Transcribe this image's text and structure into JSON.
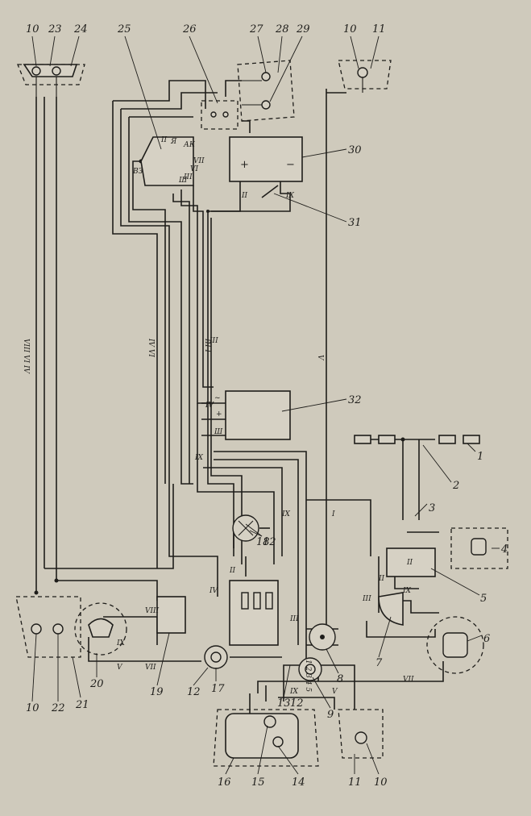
{
  "labels": {
    "l1": "1",
    "l2": "2",
    "l3": "3",
    "l4": "4",
    "l5": "5",
    "l6": "6",
    "l7": "7",
    "l8": "8",
    "l9": "9",
    "l10a": "10",
    "l10b": "10",
    "l10c": "10",
    "l10d": "10",
    "l11a": "11",
    "l11b": "11",
    "l12a": "12",
    "l12b": "12",
    "l12c": "12",
    "l13": "13",
    "l14": "14",
    "l15": "15",
    "l16": "16",
    "l17": "17",
    "l18": "18",
    "l19": "19",
    "l20": "20",
    "l21": "21",
    "l22": "22",
    "l23": "23",
    "l24": "24",
    "l25": "25",
    "l26": "26",
    "l27": "27",
    "l28": "28",
    "l29": "29",
    "l30": "30",
    "l31": "31",
    "l32": "32"
  },
  "wires": {
    "top_bundle": "VIII VI IV",
    "mid_bundle": "IV VI",
    "bundle_c": "III I",
    "bundle_v": "V",
    "gen_a": "IV",
    "gen_b": "IX",
    "gen_c": "III",
    "sw_a": "II",
    "sw_b": "III",
    "sw_c": "IV",
    "sw_d": "IX",
    "right_a": "II",
    "right_b": "IX",
    "right_c": "III",
    "right_d": "VII",
    "left_a": "VIII",
    "left_b": "IX",
    "left_c": "V",
    "left_d": "VII",
    "batt_a": "II",
    "batt_b": "IX",
    "reg_a": "III",
    "reg_b": "VI",
    "reg_c": "II",
    "reg_d": "VII",
    "low_a": "I",
    "low_b": "V",
    "low_c": "IX",
    "low_d": "II"
  },
  "terminals": {
    "reg_vz": "ВЗ",
    "reg_ya": "Я",
    "reg_sh": "Ш",
    "reg_ak": "АК",
    "gen_sh": "Ш",
    "gen_plus": "+",
    "gen_ac": "~",
    "batt_plus": "+",
    "batt_minus": "−",
    "sw_codes": "1 2 3 4 5"
  }
}
